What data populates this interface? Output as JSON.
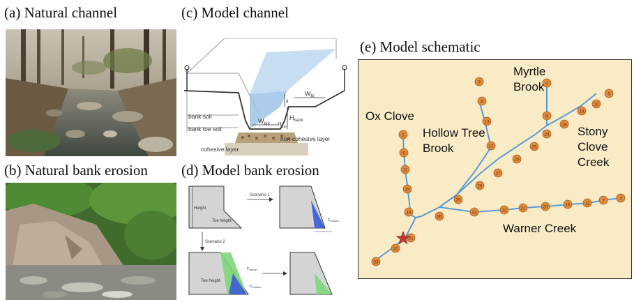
{
  "panels": {
    "a": {
      "label": "(a) Natural channel"
    },
    "b": {
      "label": "(b) Natural bank erosion"
    },
    "c": {
      "label": "(c) Model channel"
    },
    "d": {
      "label": "(d) Model bank erosion"
    },
    "e": {
      "label": "(e) Model schematic"
    }
  },
  "model_channel": {
    "bank_soil": "bank soil",
    "bank_toe_soil": "bank toe soil",
    "cohesive_layer": "cohesive layer",
    "non_cohesive_layer": "non-cohesive layer",
    "w_tp": "W",
    "w_tp_sub": "tp",
    "w_bot": "W",
    "w_bot_sub": "bot",
    "h_bank": "H",
    "h_bank_sub": "bank",
    "h_toe": "H",
    "h_toe_sub": "toe",
    "d_sub": "d"
  },
  "model_bank_erosion": {
    "height": "Height",
    "toe_height": "Toe height",
    "scenario1": "Scenario 1",
    "scenario2": "Scenario 2",
    "f_erosion": "F",
    "f_erosion_sub": "erosion",
    "f_failure": "F",
    "f_failure_sub": "failure"
  },
  "schematic": {
    "background": "#f8ebc6",
    "node_color": "#e08a3c",
    "edge_color": "#5b9bd5",
    "outlet_color": "#c0392b",
    "labels": {
      "ox_clove": "Ox Clove",
      "myrtle": [
        "Myrtle",
        "Brook"
      ],
      "hollow_tree": [
        "Hollow Tree",
        "Brook"
      ],
      "stony_clove": [
        "Stony",
        "Clove",
        "Creek"
      ],
      "warner": "Warner Creek"
    },
    "node_labels": [
      "1",
      "2",
      "3",
      "4",
      "5",
      "6",
      "7",
      "8",
      "9",
      "10",
      "11",
      "12",
      "13",
      "14",
      "15",
      "16",
      "17",
      "18",
      "19",
      "20",
      "21",
      "22",
      "23",
      "24",
      "25",
      "26",
      "27",
      "28",
      "29",
      "30",
      "31",
      "32",
      "33"
    ]
  }
}
